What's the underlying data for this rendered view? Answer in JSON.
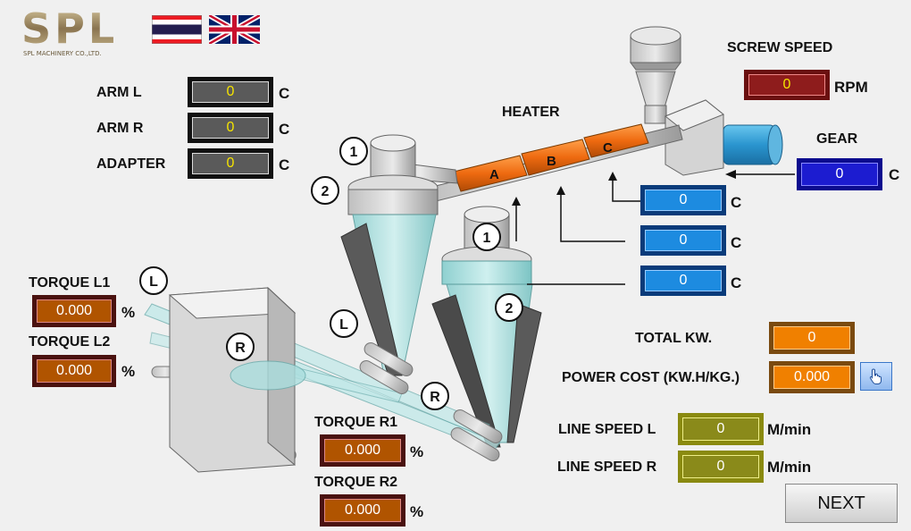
{
  "brand": {
    "logo_text": "SPL",
    "logo_sub": "SPL MACHINERY CO.,LTD."
  },
  "temps": {
    "arm_l": {
      "label": "ARM L",
      "value": "0",
      "unit": "C"
    },
    "arm_r": {
      "label": "ARM R",
      "value": "0",
      "unit": "C"
    },
    "adapter": {
      "label": "ADAPTER",
      "value": "0",
      "unit": "C"
    }
  },
  "screw_speed": {
    "label": "SCREW SPEED",
    "value": "0",
    "unit": "RPM"
  },
  "heater": {
    "label": "HEATER",
    "zones": [
      "A",
      "B",
      "C"
    ],
    "values": [
      {
        "value": "0",
        "unit": "C"
      },
      {
        "value": "0",
        "unit": "C"
      },
      {
        "value": "0",
        "unit": "C"
      }
    ]
  },
  "gear": {
    "label": "GEAR",
    "value": "0",
    "unit": "C"
  },
  "torque": {
    "l1": {
      "label": "TORQUE L1",
      "value": "0.000",
      "unit": "%"
    },
    "l2": {
      "label": "TORQUE L2",
      "value": "0.000",
      "unit": "%"
    },
    "r1": {
      "label": "TORQUE R1",
      "value": "0.000",
      "unit": "%"
    },
    "r2": {
      "label": "TORQUE R2",
      "value": "0.000",
      "unit": "%"
    }
  },
  "total_kw": {
    "label": "TOTAL KW.",
    "value": "0"
  },
  "power_cost": {
    "label": "POWER COST (KW.H/KG.)",
    "value": "0.000"
  },
  "line_speed_l": {
    "label": "LINE SPEED L",
    "value": "0",
    "unit": "M/min"
  },
  "line_speed_r": {
    "label": "LINE SPEED R",
    "value": "0",
    "unit": "M/min"
  },
  "markers": {
    "one": "1",
    "two": "2",
    "left": "L",
    "right": "R"
  },
  "next_label": "NEXT",
  "icons": [
    "thailand-flag-icon",
    "uk-flag-icon",
    "hand-pointer-icon"
  ]
}
